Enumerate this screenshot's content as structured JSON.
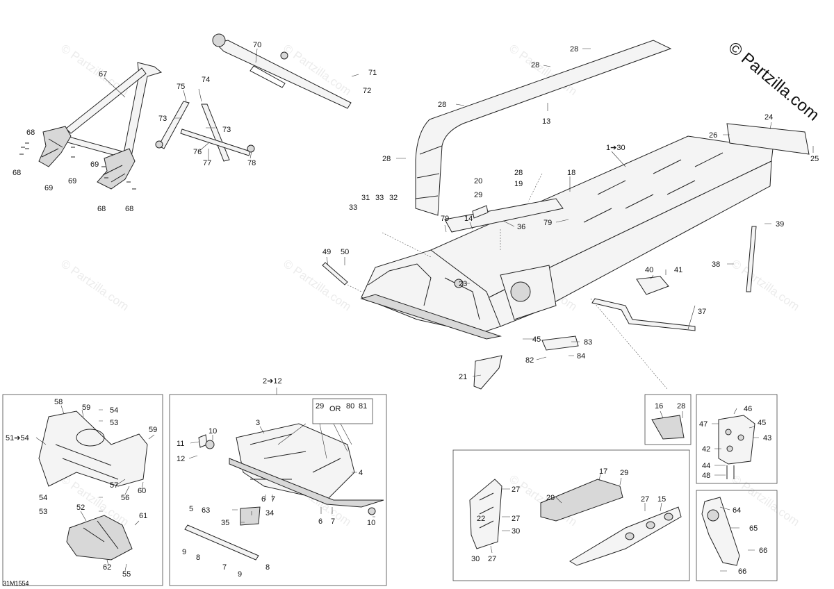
{
  "brand": "© Partzilla.com",
  "watermark": "© Partzilla.com",
  "diagram_code": "31M1554",
  "callouts": {
    "c67": "67",
    "c68a": "68",
    "c68b": "68",
    "c68c": "68",
    "c68d": "68",
    "c69a": "69",
    "c69b": "69",
    "c69c": "69",
    "c70": "70",
    "c71": "71",
    "c72": "72",
    "c73a": "73",
    "c73b": "73",
    "c74": "74",
    "c75": "75",
    "c76": "76",
    "c77": "77",
    "c78": "78",
    "c28a": "28",
    "c28b": "28",
    "c28c": "28",
    "c28d": "28",
    "c13": "13",
    "c24": "24",
    "c26": "26",
    "c25": "25",
    "c1_30": "1➔30",
    "c18": "18",
    "c20": "20",
    "c29a": "29",
    "c28e": "28",
    "c19": "19",
    "c31": "31",
    "c33a": "33",
    "c32": "32",
    "c33b": "33",
    "c79a": "79",
    "c14": "14",
    "c36": "36",
    "c79b": "79",
    "c39": "39",
    "c38": "38",
    "c49": "49",
    "c50": "50",
    "c23": "23",
    "c40": "40",
    "c41": "41",
    "c37": "37",
    "c45a": "45",
    "c83": "83",
    "c82": "82",
    "c84": "84",
    "c21": "21",
    "c2_12": "2➔12",
    "c58": "58",
    "c59a": "59",
    "c54a": "54",
    "c53a": "53",
    "c51_54": "51➔54",
    "c59b": "59",
    "c57": "57",
    "c56": "56",
    "c60": "60",
    "c54b": "54",
    "c53b": "53",
    "c52": "52",
    "c61": "61",
    "c62": "62",
    "c55": "55",
    "c29b": "29",
    "c_or": "OR",
    "c80": "80",
    "c81": "81",
    "c3": "3",
    "c10a": "10",
    "c11": "11",
    "c12": "12",
    "c4": "4",
    "c6a": "6",
    "c7a": "7",
    "c6b": "6",
    "c7b": "7",
    "c10b": "10",
    "c5": "5",
    "c63": "63",
    "c34": "34",
    "c35": "35",
    "c9a": "9",
    "c8a": "8",
    "c7c": "7",
    "c9b": "9",
    "c8b": "8",
    "c16": "16",
    "c28f": "28",
    "c46": "46",
    "c47": "47",
    "c45b": "45",
    "c43": "43",
    "c42": "42",
    "c44": "44",
    "c48": "48",
    "c17": "17",
    "c29c": "29",
    "c27a": "27",
    "c29d": "29",
    "c22": "22",
    "c27b": "27",
    "c30a": "30",
    "c27c": "27",
    "c15": "15",
    "c30b": "30",
    "c27d": "27",
    "c64": "64",
    "c65": "65",
    "c66a": "66",
    "c66b": "66"
  }
}
